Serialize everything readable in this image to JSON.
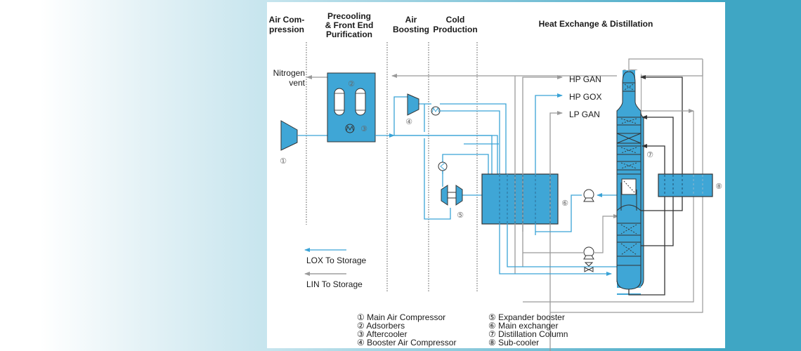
{
  "diagram": {
    "sections": [
      {
        "id": "air-compression",
        "lines": [
          "Air Com-",
          "pression"
        ]
      },
      {
        "id": "precooling",
        "lines": [
          "Precooling",
          "& Front End",
          "Purification"
        ]
      },
      {
        "id": "air-boosting",
        "lines": [
          "Air",
          "Boosting"
        ]
      },
      {
        "id": "cold-production",
        "lines": [
          "Cold",
          "Production"
        ]
      },
      {
        "id": "heat-exchange",
        "lines": [
          "Heat Exchange & Distillation"
        ]
      }
    ],
    "stream_labels": {
      "nitrogen_vent": [
        "Nitrogen",
        "vent"
      ],
      "hp_gan": "HP GAN",
      "hp_gox": "HP GOX",
      "lp_gan": "LP GAN"
    },
    "equipment_numbers": {
      "main_air_compressor": "①",
      "adsorbers": "②",
      "aftercooler": "③",
      "booster": "④",
      "expander": "⑤",
      "main_exchanger": "⑥",
      "column": "⑦",
      "subcooler": "⑧"
    },
    "storage_legend": [
      {
        "label": "LOX To Storage",
        "color": "#3aa3d6"
      },
      {
        "label": "LIN To Storage",
        "color": "#8c8c8c"
      }
    ],
    "key": [
      "① Main Air Compressor",
      "② Adsorbers",
      "③ Aftercooler",
      "④ Booster Air Compressor",
      "⑤ Expander booster",
      "⑥ Main exchanger",
      "⑦ Distillation Column",
      "⑧ Sub-cooler"
    ],
    "colors": {
      "equipment_fill": "#3fa6d6",
      "oxygen_line": "#3aa3d6",
      "nitrogen_line": "#9a9a9a",
      "dark_line": "#333333",
      "band": "#3fa6c4"
    }
  }
}
